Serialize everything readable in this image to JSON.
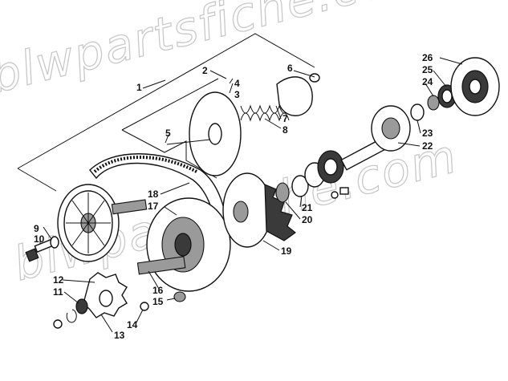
{
  "watermark": {
    "line1": "blwpartsfiche.com",
    "line2": "blwpartsfiche.com"
  },
  "callouts": [
    {
      "n": "1"
    },
    {
      "n": "2"
    },
    {
      "n": "3"
    },
    {
      "n": "4"
    },
    {
      "n": "5"
    },
    {
      "n": "6"
    },
    {
      "n": "7"
    },
    {
      "n": "8"
    },
    {
      "n": "9"
    },
    {
      "n": "10"
    },
    {
      "n": "11"
    },
    {
      "n": "12"
    },
    {
      "n": "13"
    },
    {
      "n": "14"
    },
    {
      "n": "15"
    },
    {
      "n": "16"
    },
    {
      "n": "17"
    },
    {
      "n": "18"
    },
    {
      "n": "19"
    },
    {
      "n": "20"
    },
    {
      "n": "21"
    },
    {
      "n": "22"
    },
    {
      "n": "23"
    },
    {
      "n": "24"
    },
    {
      "n": "25"
    },
    {
      "n": "26"
    }
  ],
  "colors": {
    "ink": "#111111",
    "watermark": "#c9c9c9",
    "paper": "#ffffff"
  }
}
